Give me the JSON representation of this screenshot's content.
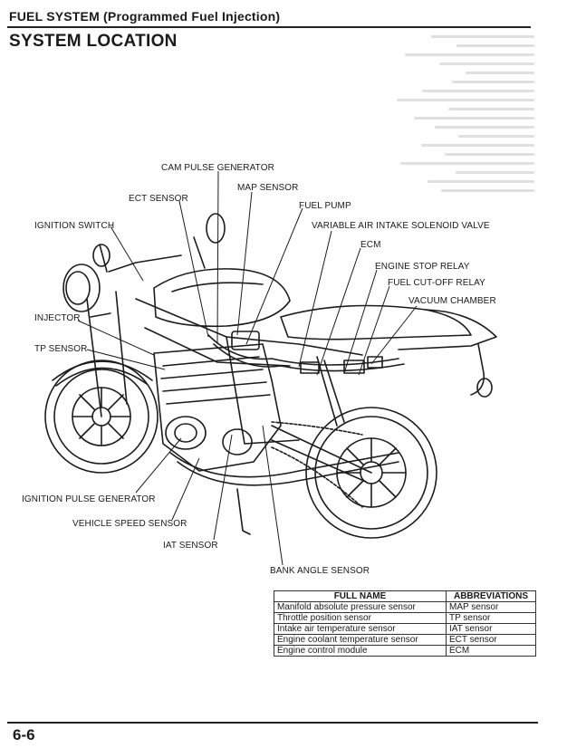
{
  "header": {
    "title": "FUEL SYSTEM (Programmed Fuel Injection)"
  },
  "section": {
    "title": "SYSTEM LOCATION"
  },
  "callouts": {
    "cam_pulse_generator": "CAM PULSE GENERATOR",
    "map_sensor": "MAP SENSOR",
    "ect_sensor": "ECT SENSOR",
    "fuel_pump": "FUEL PUMP",
    "ignition_switch": "IGNITION SWITCH",
    "variable_air_intake": "VARIABLE AIR INTAKE SOLENOID VALVE",
    "ecm": "ECM",
    "engine_stop_relay": "ENGINE STOP RELAY",
    "fuel_cutoff_relay": "FUEL CUT-OFF RELAY",
    "vacuum_chamber": "VACUUM CHAMBER",
    "injector": "INJECTOR",
    "tp_sensor": "TP SENSOR",
    "ignition_pulse_generator": "IGNITION PULSE GENERATOR",
    "vehicle_speed_sensor": "VEHICLE SPEED SENSOR",
    "iat_sensor": "IAT SENSOR",
    "bank_angle_sensor": "BANK ANGLE SENSOR"
  },
  "table": {
    "headers": [
      "FULL NAME",
      "ABBREVIATIONS"
    ],
    "rows": [
      [
        "Manifold absolute pressure sensor",
        "MAP sensor"
      ],
      [
        "Throttle position sensor",
        "TP sensor"
      ],
      [
        "Intake air temperature sensor",
        "IAT sensor"
      ],
      [
        "Engine coolant temperature sensor",
        "ECT sensor"
      ],
      [
        "Engine control module",
        "ECM"
      ]
    ]
  },
  "footer": {
    "page_number": "6-6"
  }
}
